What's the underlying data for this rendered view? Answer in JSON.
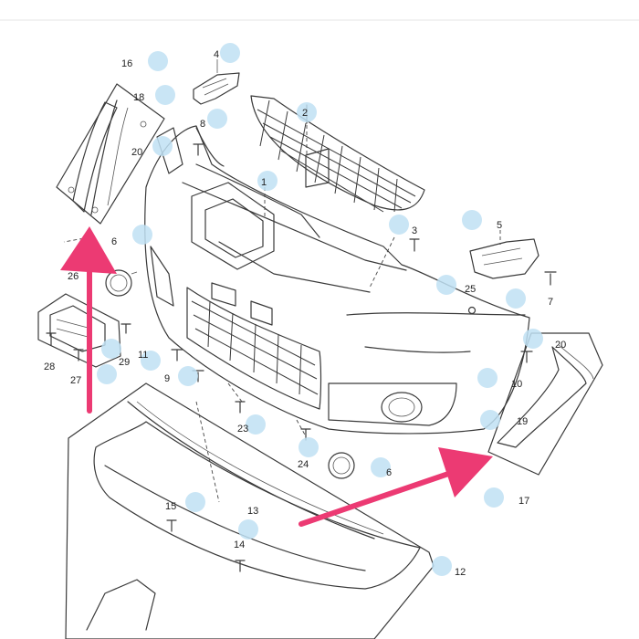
{
  "diagram": {
    "part_numbers": [
      "16",
      "18",
      "20",
      "4",
      "8",
      "2",
      "1",
      "3",
      "5",
      "25",
      "7",
      "6",
      "26",
      "28",
      "27",
      "29",
      "11",
      "9",
      "23",
      "24",
      "6",
      "10",
      "20",
      "19",
      "17",
      "15",
      "13",
      "14",
      "12"
    ]
  },
  "colors": {
    "arrow": "#ec3a73",
    "hotspot": "#bfe0f3",
    "line": "#3a3a3a"
  }
}
